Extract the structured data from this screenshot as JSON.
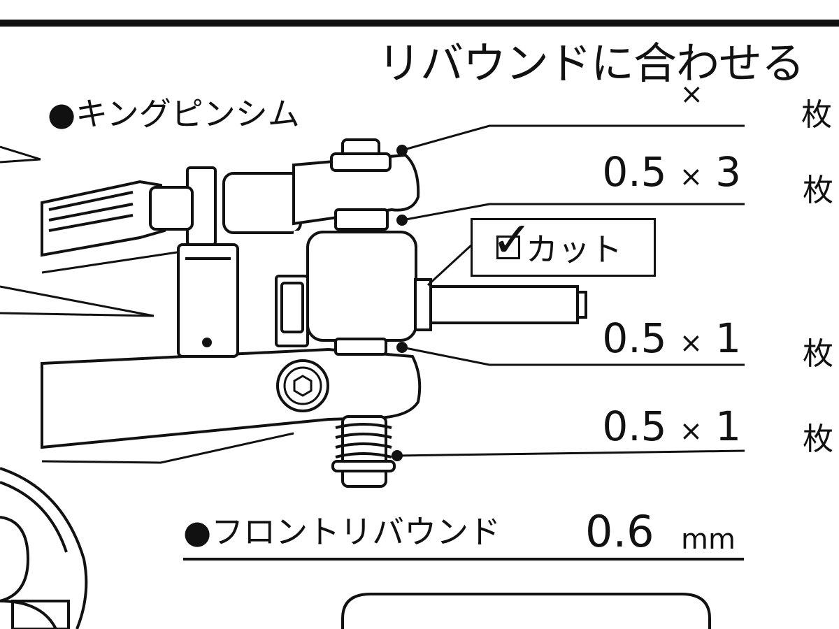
{
  "title": "リバウンドに合わせる",
  "king_pin_label": "●キングピンシム",
  "shims": [
    {
      "thickness": "",
      "times": "×",
      "count": "",
      "unit": "枚"
    },
    {
      "thickness": "0.5",
      "times": "×",
      "count": "3",
      "unit": "枚"
    },
    {
      "thickness": "0.5",
      "times": "×",
      "count": "1",
      "unit": "枚"
    },
    {
      "thickness": "0.5",
      "times": "×",
      "count": "1",
      "unit": "枚"
    }
  ],
  "cut_option": {
    "label": "カット",
    "checked": true,
    "check_mark": "✓"
  },
  "front_rebound": {
    "label": "●フロントリバウンド",
    "value": "0.6",
    "unit": "mm"
  },
  "colors": {
    "line": "#111111",
    "background": "#ffffff",
    "part_fill": "#ffffff"
  }
}
